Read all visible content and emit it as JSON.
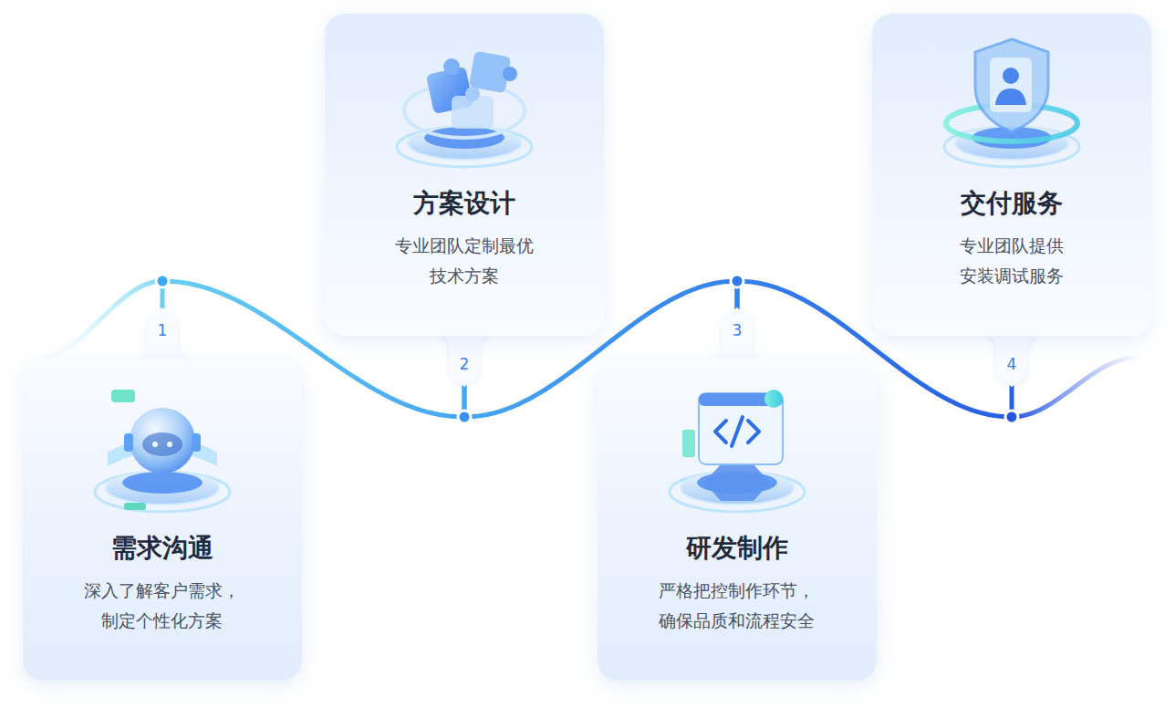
{
  "diagram": {
    "nodes": [
      {
        "text": [
          "需求沟通",
          "深入了解客户需求， 制定个性化方案"
        ]
      },
      {
        "text": [
          "方案设计",
          "专业团队定制最优 技术方案"
        ]
      },
      {
        "text": [
          "研发制作",
          "严格把控制作环节， 确保品质和流程安全"
        ]
      },
      {
        "text": [
          "交付服务",
          "专业团队提供 安装调试服务"
        ]
      }
    ],
    "edges": [
      {
        "from": 0,
        "to": 1,
        "arrow": "none"
      },
      {
        "from": 1,
        "to": 2,
        "arrow": "none"
      },
      {
        "from": 2,
        "to": 3,
        "arrow": "none"
      }
    ],
    "labels": [
      "1",
      "2",
      "3",
      "4"
    ]
  }
}
